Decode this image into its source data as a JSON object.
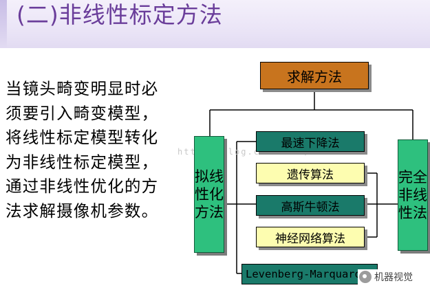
{
  "slide": {
    "title": "(二)非线性标定方法",
    "body": "当镜头畸变明显时必须要引入畸变模型，将线性标定模型转化为非线性标定模型，通过非线性优化的方法求解摄像机参数。"
  },
  "diagram": {
    "root": "求解方法",
    "left_column": "拟线性化方法",
    "right_column": "完全非线性法",
    "methods": [
      "最速下降法",
      "遗传算法",
      "高斯牛顿法",
      "神经网络算法",
      "Levenberg-Marquardt"
    ]
  },
  "watermark": {
    "url": "http://blog.csdn.net/",
    "brand": "机器视觉"
  },
  "colors": {
    "title": "#6a3d9a",
    "root_box": "#c8741e",
    "teal_box": "#1a7a6a",
    "yellow_box": "#fdfdb0",
    "green_column": "#2ec07e"
  }
}
